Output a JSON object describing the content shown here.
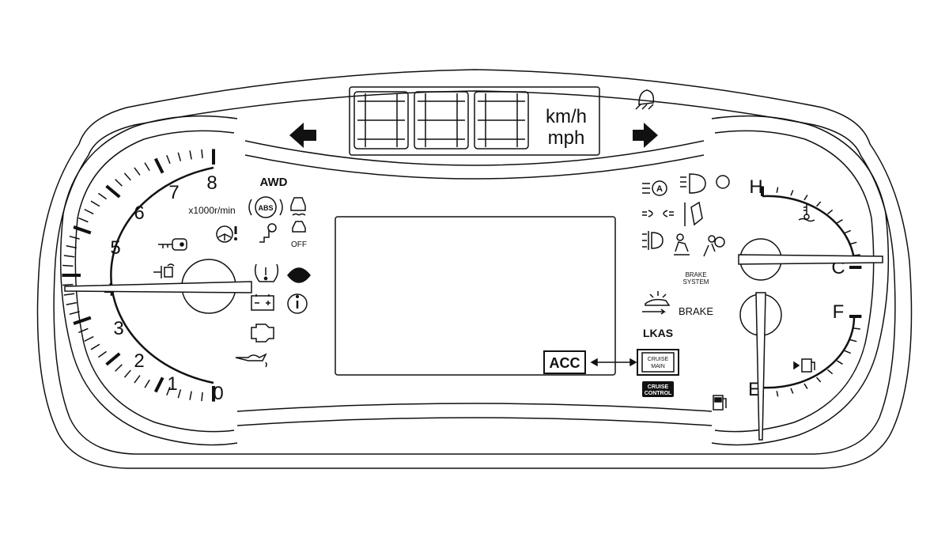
{
  "speed_units": {
    "kmh": "km/h",
    "mph": "mph"
  },
  "tachometer": {
    "unit": "x1000r/min",
    "labels": [
      "0",
      "1",
      "2",
      "3",
      "4",
      "5",
      "6",
      "7",
      "8"
    ]
  },
  "temperature_gauge": {
    "hot": "H",
    "cold": "C"
  },
  "fuel_gauge": {
    "full": "F",
    "empty": "E"
  },
  "indicators": {
    "awd": "AWD",
    "abs": "ABS",
    "off": "OFF",
    "brake_system_line1": "BRAKE",
    "brake_system_line2": "SYSTEM",
    "brake": "BRAKE",
    "lkas": "LKAS",
    "acc": "ACC",
    "cruise_main_line1": "CRUISE",
    "cruise_main_line2": "MAIN",
    "cruise_control_line1": "CRUISE",
    "cruise_control_line2": "CONTROL"
  },
  "icons": [
    "left-turn-arrow-icon",
    "right-turn-arrow-icon",
    "headlight-icon",
    "key-icon",
    "immobilizer-icon",
    "steering-warning-icon",
    "abs-icon",
    "vsa-icon",
    "vsa-off-icon",
    "tire-pressure-icon",
    "low-tire-icon",
    "battery-icon",
    "info-icon",
    "check-engine-icon",
    "oil-pressure-icon",
    "auto-high-beam-icon",
    "high-beam-icon",
    "lamp-circle-icon",
    "side-lights-icon",
    "door-open-icon",
    "fog-light-icon",
    "seatbelt-icon",
    "airbag-icon",
    "collision-warning-icon",
    "coolant-temp-icon",
    "fuel-door-icon",
    "low-fuel-icon"
  ]
}
